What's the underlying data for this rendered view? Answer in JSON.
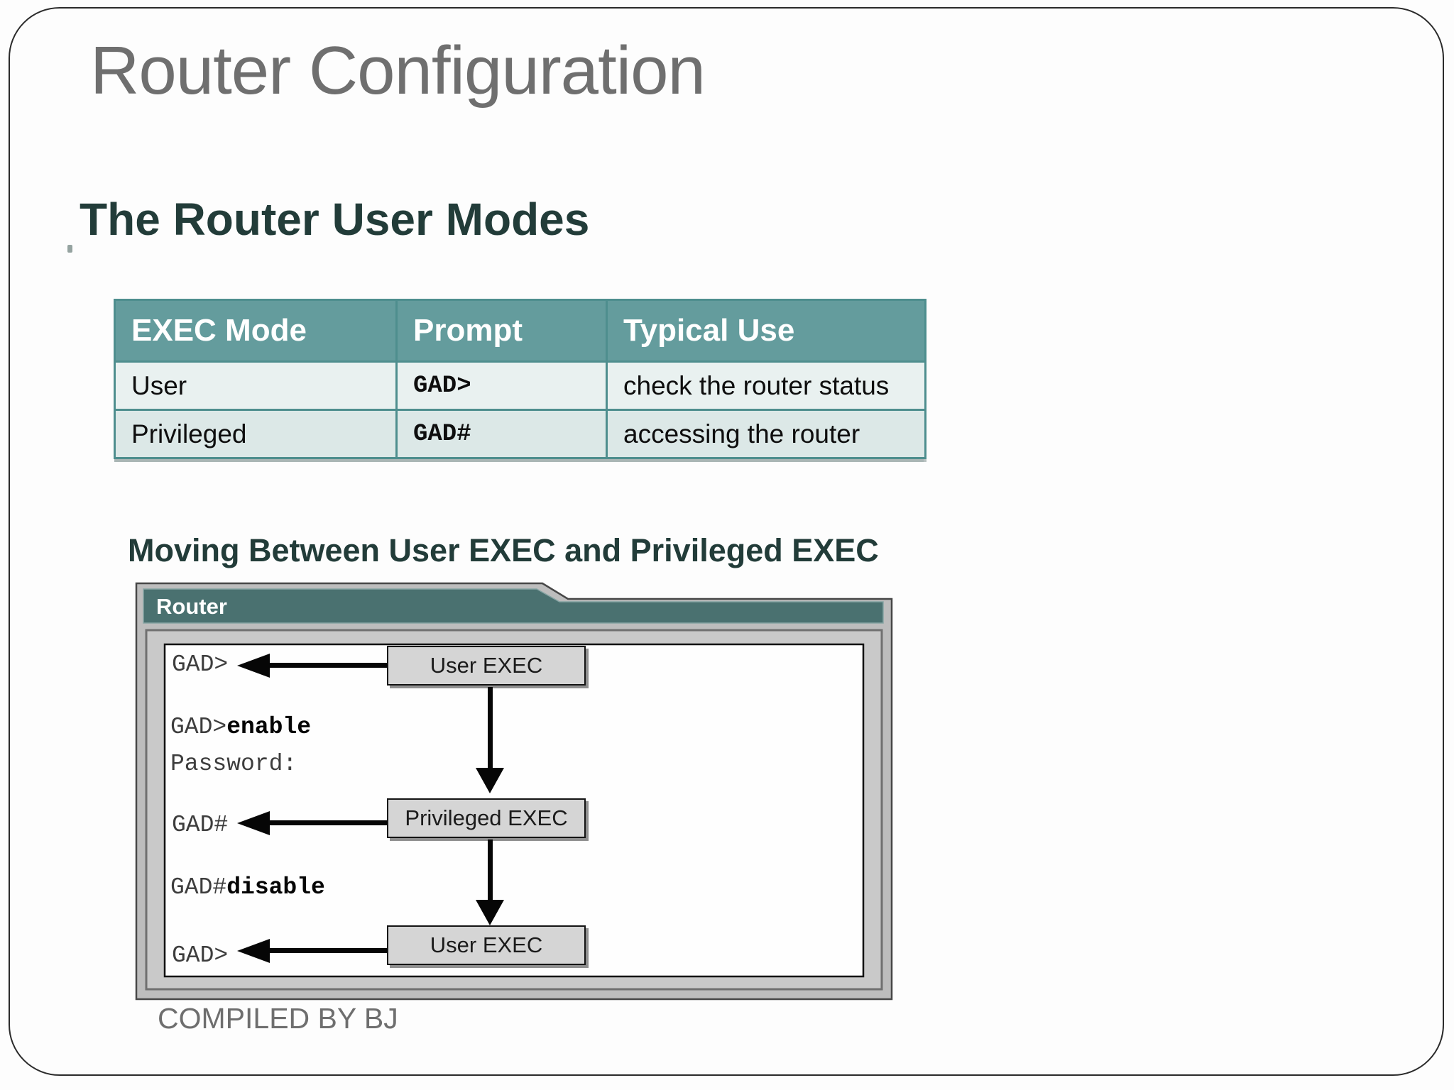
{
  "slide": {
    "title": "Router Configuration",
    "footer": "COMPILED BY BJ"
  },
  "modes_section": {
    "heading": "The Router User Modes",
    "table": {
      "columns": [
        "EXEC Mode",
        "Prompt",
        "Typical Use"
      ],
      "rows": [
        {
          "mode": "User",
          "prompt": "GAD>",
          "typical_use": "check the router status"
        },
        {
          "mode": "Privileged",
          "prompt": "GAD#",
          "typical_use": "accessing the router"
        }
      ]
    }
  },
  "diagram_section": {
    "heading": "Moving Between User EXEC and Privileged EXEC",
    "window_title": "Router",
    "flow_boxes": [
      "User EXEC",
      "Privileged EXEC",
      "User EXEC"
    ],
    "terminal_lines": {
      "prompt_user_1": "GAD>",
      "enable_prompt": "GAD>",
      "enable_command": "enable",
      "password_line": "Password:",
      "prompt_privileged": "GAD#",
      "disable_prompt": "GAD#",
      "disable_command": "disable",
      "prompt_user_2": "GAD>"
    }
  },
  "colors": {
    "title_text": "#6f6f6f",
    "heading_text": "#223c39",
    "table_header_bg": "#649c9d",
    "table_border": "#4e8e8e",
    "table_row_1_bg": "#e9f1f0",
    "table_row_2_bg": "#dce8e7",
    "window_titlebar_bg": "#4a7170",
    "window_frame_bg": "#bdbdbd",
    "flow_box_bg": "#d5d5d5"
  }
}
